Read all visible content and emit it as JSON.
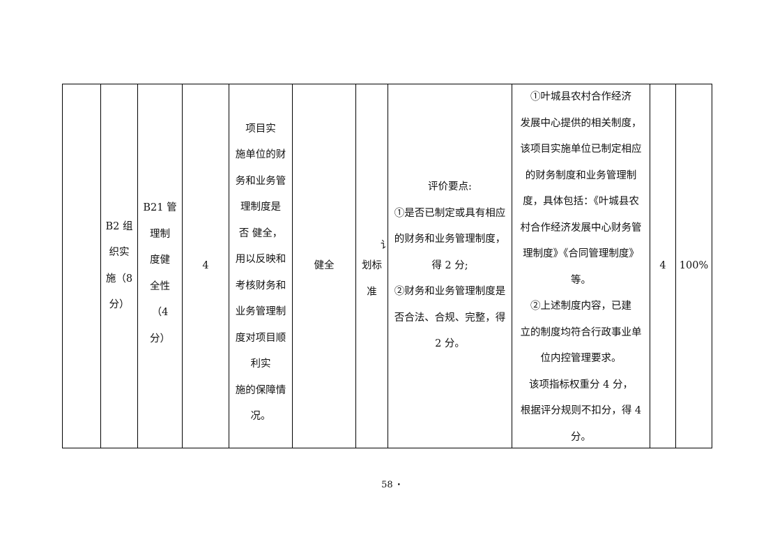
{
  "table": {
    "col_level2": "B2 组\n织实\n施（8\n分）",
    "col_level3": "B21 管\n理制\n度健\n全性\n（4\n分）",
    "col_weight": "4",
    "col_content": "项目实\n施单位的财\n务和业务管\n理制度是\n否 健全，\n用以反映和\n考核财务和\n业务管理制\n度对项目顺\n利实\n施的保障情\n况。",
    "col_target": "健全",
    "col_source_fragment": "讠",
    "col_source": "划标\n准",
    "col_criteria": "评价要点:\n①是否已制定或具有相应\n的财务和业务管理制度，\n得 2 分;\n②财务和业务管理制度是\n否合法、合规、完整，得\n2 分。",
    "col_analysis": "①叶城县农村合作经济\n发展中心提供的相关制度，\n该项目实施单位已制定相应\n的财务制度和业务管理制\n度，具体包括：《叶城县农\n村合作经济发展中心财务管\n理制度》《合同管理制度》\n等。\n②上述制度内容，已建\n立的制度均符合行政事业单\n位内控管理要求。\n该项指标权重分 4 分，\n根据评分规则不扣分，得 4\n分。",
    "col_score": "4",
    "col_rate": "100%"
  },
  "footer": {
    "page_number": "58",
    "bullet": "•"
  }
}
